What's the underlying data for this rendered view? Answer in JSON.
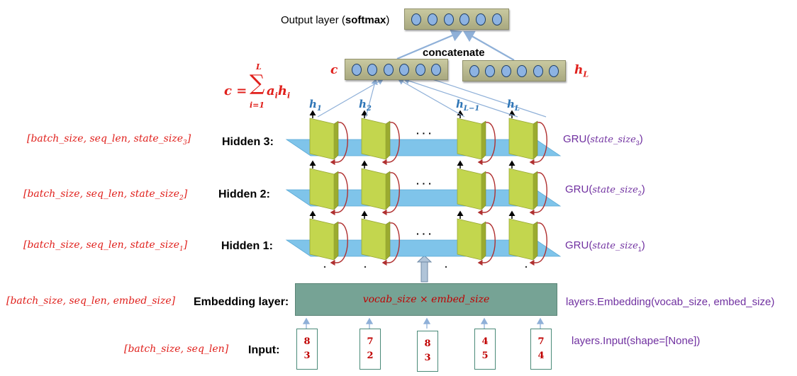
{
  "output": {
    "label_prefix": "Output layer (",
    "label_bold": "softmax",
    "label_suffix": ")",
    "node_count": 6
  },
  "concatenate_label": "concatenate",
  "context": {
    "symbol": "c",
    "hL_symbol": "h",
    "hL_sub": "L",
    "c_nodes": 6,
    "hL_nodes": 6
  },
  "formula": {
    "lhs": "c =",
    "sum_sign": "∑",
    "upper": "L",
    "lower": "i=1",
    "body_a": "a",
    "body_a_sub": "i",
    "body_h": "h",
    "body_h_sub": "i"
  },
  "hidden_labels": [
    {
      "name": "h",
      "sub": "1"
    },
    {
      "name": "h",
      "sub": "2"
    },
    {
      "name": "h",
      "sub": "L−1"
    },
    {
      "name": "h",
      "sub": "L"
    }
  ],
  "ellipsis": "· · ·",
  "layers": [
    {
      "label": "Hidden 3:",
      "shape_main": "[batch_size, seq_len, state_size",
      "shape_sub": "3",
      "shape_end": "]",
      "gru_main": "GRU(",
      "gru_state": "state_size",
      "gru_sub": "3",
      "gru_end": ")"
    },
    {
      "label": "Hidden 2:",
      "shape_main": "[batch_size, seq_len, state_size",
      "shape_sub": "2",
      "shape_end": "]",
      "gru_main": "GRU(",
      "gru_state": "state_size",
      "gru_sub": "2",
      "gru_end": ")"
    },
    {
      "label": "Hidden 1:",
      "shape_main": "[batch_size, seq_len, state_size",
      "shape_sub": "1",
      "shape_end": "]",
      "gru_main": "GRU(",
      "gru_state": "state_size",
      "gru_sub": "1",
      "gru_end": ")"
    }
  ],
  "embedding": {
    "label": "Embedding layer:",
    "shape": "[batch_size, seq_len, embed_size]",
    "inner": "vocab_size × embed_size",
    "api": "layers.Embedding(vocab_size, embed_size)"
  },
  "input": {
    "label": "Input:",
    "shape": "[batch_size, seq_len]",
    "api": "layers.Input(shape=[None])",
    "tokens": [
      [
        "8",
        "3"
      ],
      [
        "7",
        "2"
      ],
      [
        "8",
        "3"
      ],
      [
        "4",
        "5"
      ],
      [
        "7",
        "4"
      ]
    ]
  },
  "colors": {
    "plane": "#7fc4ea",
    "cell": "#c3d64e",
    "loop": "#b03030",
    "arrow": "#8fb0d8",
    "embedding": "#76a395",
    "accent_red": "#e0201c",
    "accent_purple": "#7030a0",
    "accent_blue": "#2e75b6"
  }
}
